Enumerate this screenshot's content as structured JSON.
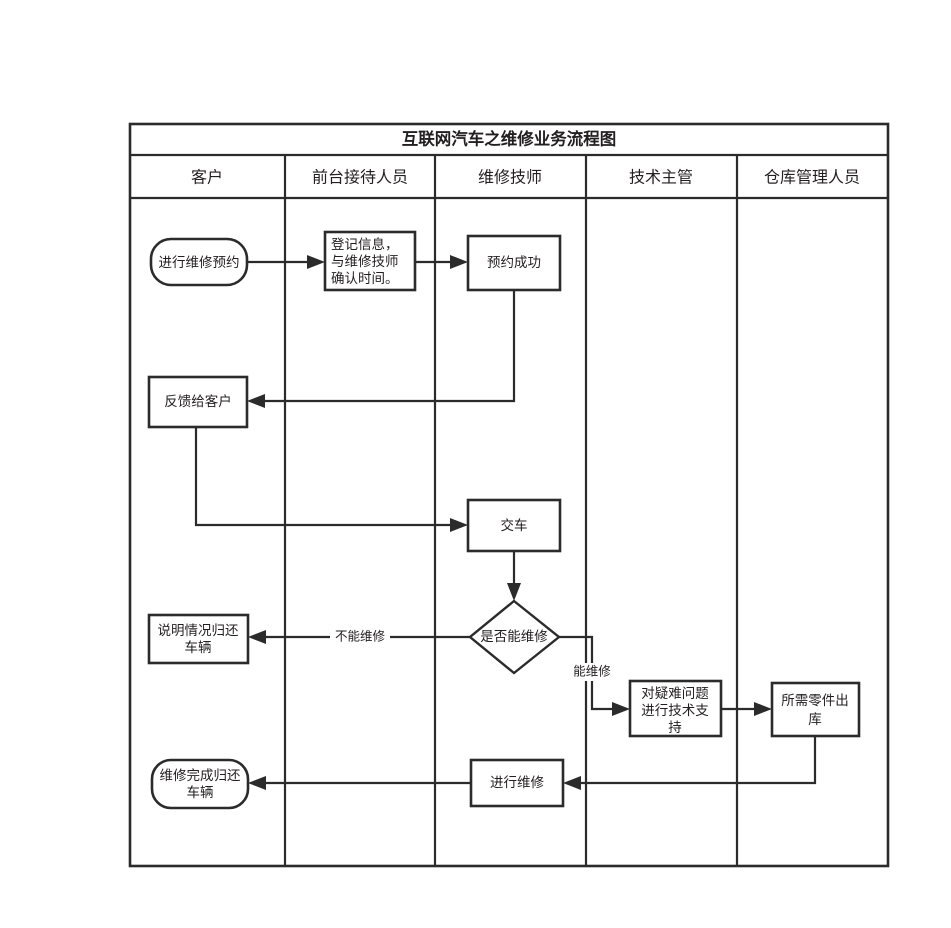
{
  "diagram": {
    "title": "互联网汽车之维修业务流程图",
    "lanes": [
      {
        "id": "customer",
        "label": "客户"
      },
      {
        "id": "reception",
        "label": "前台接待人员"
      },
      {
        "id": "technician",
        "label": "维修技师"
      },
      {
        "id": "supervisor",
        "label": "技术主管"
      },
      {
        "id": "warehouse",
        "label": "仓库管理人员"
      }
    ],
    "nodes": [
      {
        "id": "start-appointment",
        "lane": "customer",
        "shape": "stadium",
        "lines": [
          "进行维修预约"
        ]
      },
      {
        "id": "register-info",
        "lane": "reception",
        "shape": "rect",
        "lines": [
          "登记信息，",
          "与维修技师",
          "确认时间。"
        ]
      },
      {
        "id": "appointment-success",
        "lane": "technician",
        "shape": "rect",
        "lines": [
          "预约成功"
        ]
      },
      {
        "id": "feedback-customer",
        "lane": "customer",
        "shape": "rect",
        "lines": [
          "反馈给客户"
        ]
      },
      {
        "id": "deliver-vehicle",
        "lane": "technician",
        "shape": "rect",
        "lines": [
          "交车"
        ]
      },
      {
        "id": "repairable-decision",
        "lane": "technician",
        "shape": "diamond",
        "lines": [
          "是否能维修"
        ]
      },
      {
        "id": "explain-return",
        "lane": "customer",
        "shape": "rect",
        "lines": [
          "说明情况归还",
          "车辆"
        ]
      },
      {
        "id": "tech-support",
        "lane": "supervisor",
        "shape": "rect",
        "lines": [
          "对疑难问题",
          "进行技术支",
          "持"
        ]
      },
      {
        "id": "parts-outbound",
        "lane": "warehouse",
        "shape": "rect",
        "lines": [
          "所需零件出",
          "库"
        ]
      },
      {
        "id": "perform-repair",
        "lane": "technician",
        "shape": "rect",
        "lines": [
          "进行维修"
        ]
      },
      {
        "id": "repair-done-return",
        "lane": "customer",
        "shape": "stadium",
        "lines": [
          "维修完成归还",
          "车辆"
        ]
      }
    ],
    "edges": [
      {
        "id": "start-to-register",
        "from": "start-appointment",
        "to": "register-info",
        "label": ""
      },
      {
        "id": "register-to-success",
        "from": "register-info",
        "to": "appointment-success",
        "label": ""
      },
      {
        "id": "success-to-feedback",
        "from": "appointment-success",
        "to": "feedback-customer",
        "label": ""
      },
      {
        "id": "feedback-to-deliver",
        "from": "feedback-customer",
        "to": "deliver-vehicle",
        "label": ""
      },
      {
        "id": "deliver-to-decision",
        "from": "deliver-vehicle",
        "to": "repairable-decision",
        "label": ""
      },
      {
        "id": "decision-to-explain",
        "from": "repairable-decision",
        "to": "explain-return",
        "label": "不能维修"
      },
      {
        "id": "decision-to-support",
        "from": "repairable-decision",
        "to": "tech-support",
        "label": "能维修"
      },
      {
        "id": "support-to-parts",
        "from": "tech-support",
        "to": "parts-outbound",
        "label": ""
      },
      {
        "id": "parts-to-repair",
        "from": "parts-outbound",
        "to": "perform-repair",
        "label": ""
      },
      {
        "id": "repair-to-return",
        "from": "perform-repair",
        "to": "repair-done-return",
        "label": ""
      }
    ],
    "colors": {
      "stroke": "#2b2b2b",
      "text": "#231f20",
      "background": "#ffffff"
    }
  }
}
